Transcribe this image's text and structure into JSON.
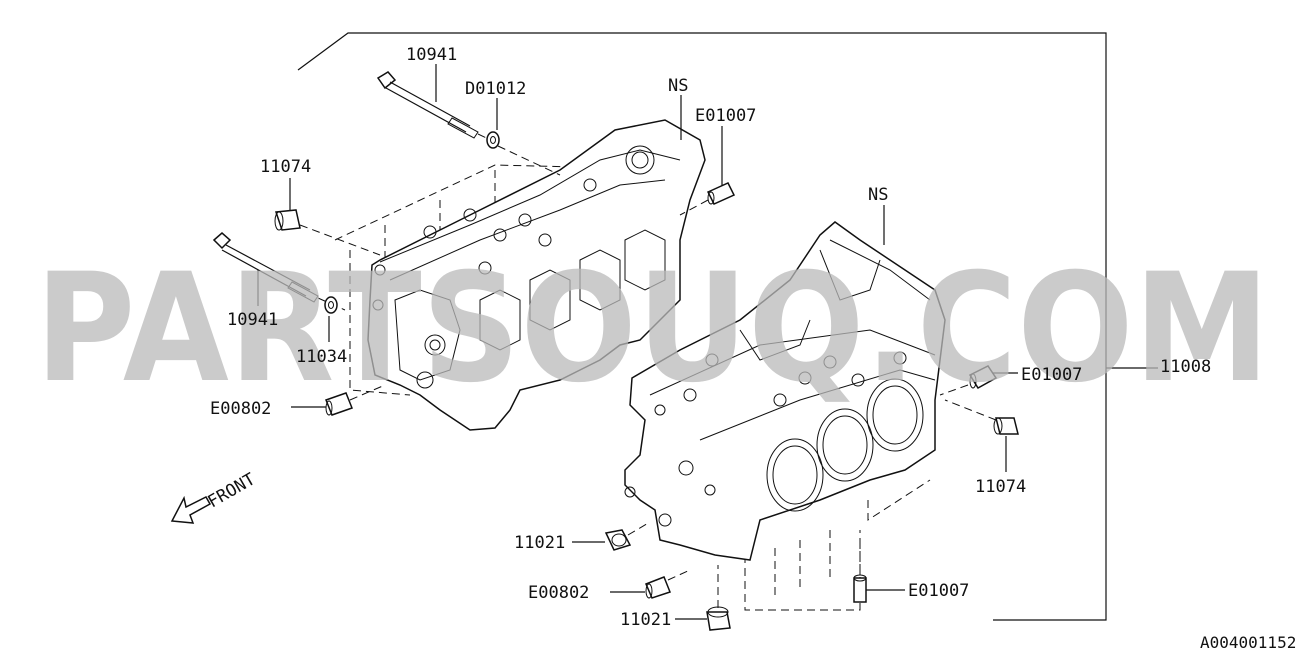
{
  "labels": {
    "p10941_top": "10941",
    "d01012": "D01012",
    "ns_top": "NS",
    "e01007_top": "E01007",
    "p11074_left": "11074",
    "ns_right": "NS",
    "p10941_left": "10941",
    "p11034": "11034",
    "e00802_left": "E00802",
    "e01007_right": "E01007",
    "p11008": "11008",
    "p11074_right": "11074",
    "p11021_mid": "11021",
    "e00802_bottom": "E00802",
    "e01007_bottom": "E01007",
    "p11021_bottom": "11021",
    "front": "FRONT",
    "diagram_code": "A004001152"
  },
  "watermark": "PARTSOUQ.COM",
  "colors": {
    "ink": "#111111",
    "watermark": "#b9b9b9",
    "background": "#ffffff"
  }
}
